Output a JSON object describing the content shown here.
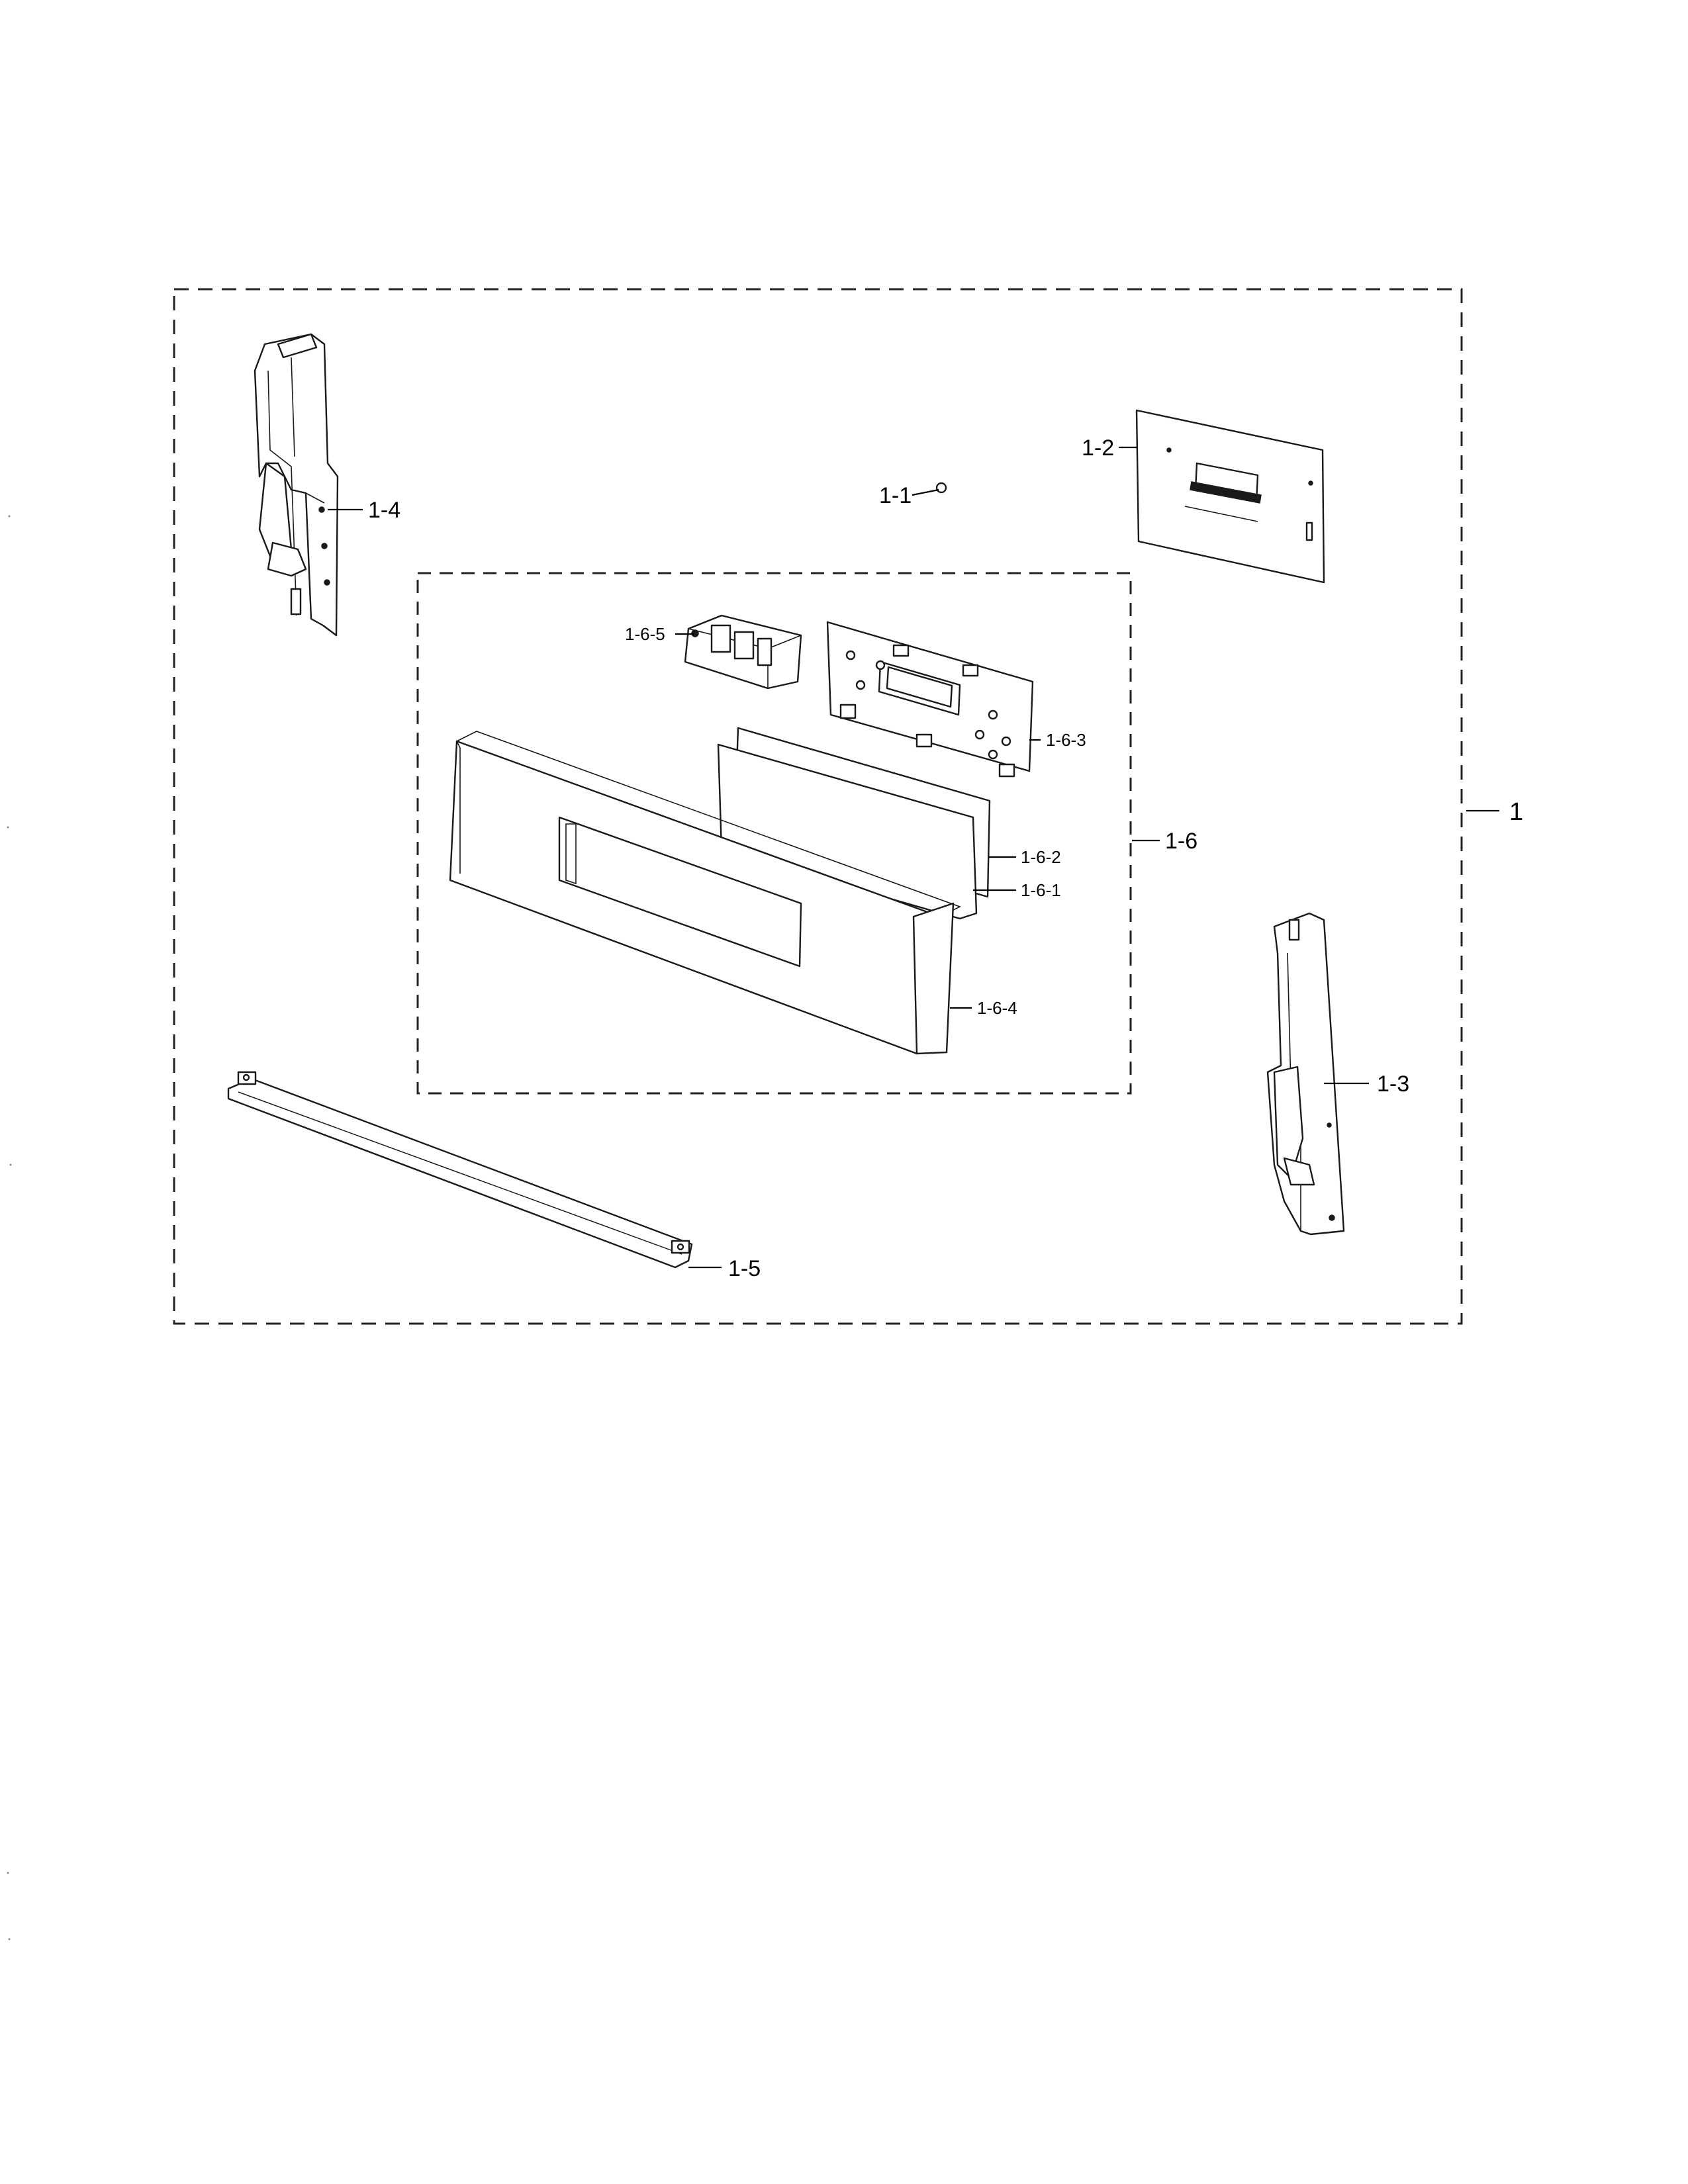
{
  "diagram": {
    "callouts": {
      "assembly": "1",
      "wire_clip": "1-1",
      "label_plate": "1-2",
      "right_bracket": "1-3",
      "left_bracket": "1-4",
      "bottom_trim": "1-5",
      "control_panel_assembly": "1-6",
      "window_film": "1-6-1",
      "window_lens": "1-6-2",
      "pcb_holder": "1-6-3",
      "panel_frame": "1-6-4",
      "switch_holder": "1-6-5"
    }
  }
}
